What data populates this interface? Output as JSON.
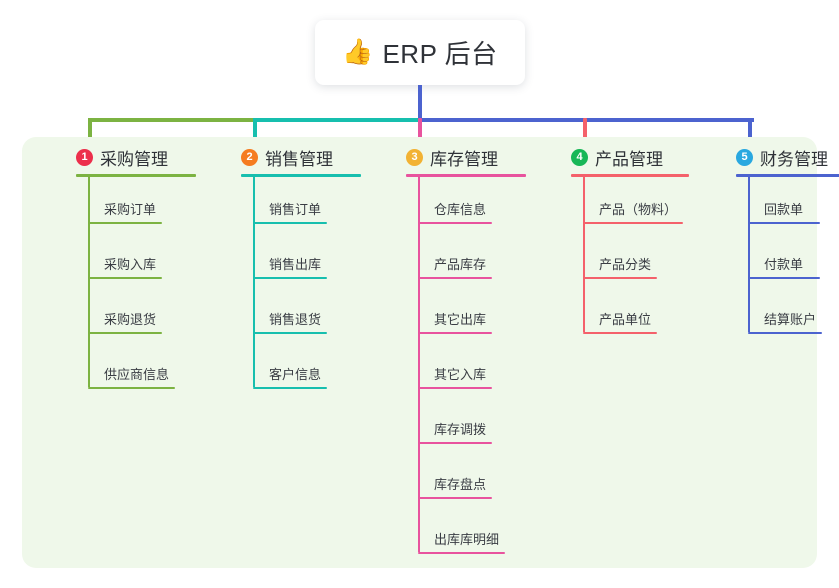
{
  "diagram": {
    "title": {
      "icon": "thumbs-up-icon",
      "emoji": "👍",
      "text": "ERP 后台"
    },
    "panel_bg": "#eff8ea",
    "columns": [
      {
        "number": "1",
        "label": "采购管理",
        "badge_color": "#ec2f4b",
        "line_color": "#7cb342",
        "items": [
          "采购订单",
          "采购入库",
          "采购退货",
          "供应商信息"
        ]
      },
      {
        "number": "2",
        "label": "销售管理",
        "badge_color": "#f57c20",
        "line_color": "#17bfae",
        "items": [
          "销售订单",
          "销售出库",
          "销售退货",
          "客户信息"
        ]
      },
      {
        "number": "3",
        "label": "库存管理",
        "badge_color": "#f2b233",
        "line_color": "#e8539e",
        "items": [
          "仓库信息",
          "产品库存",
          "其它出库",
          "其它入库",
          "库存调拨",
          "库存盘点",
          "出库库明细"
        ]
      },
      {
        "number": "4",
        "label": "产品管理",
        "badge_color": "#17b757",
        "line_color": "#f4616b",
        "items": [
          "产品（物料）",
          "产品分类",
          "产品单位"
        ]
      },
      {
        "number": "5",
        "label": "财务管理",
        "badge_color": "#29a8e0",
        "line_color": "#4c63cf",
        "items": [
          "回款单",
          "付款单",
          "结算账户"
        ]
      }
    ],
    "connectors": {
      "stem_color": "#4c63cf",
      "segments": [
        {
          "from": 88,
          "to": 253,
          "color": "#7cb342"
        },
        {
          "from": 253,
          "to": 418,
          "color": "#17bfae"
        },
        {
          "from": 418,
          "to": 750,
          "color": "#4c63cf"
        }
      ]
    }
  }
}
